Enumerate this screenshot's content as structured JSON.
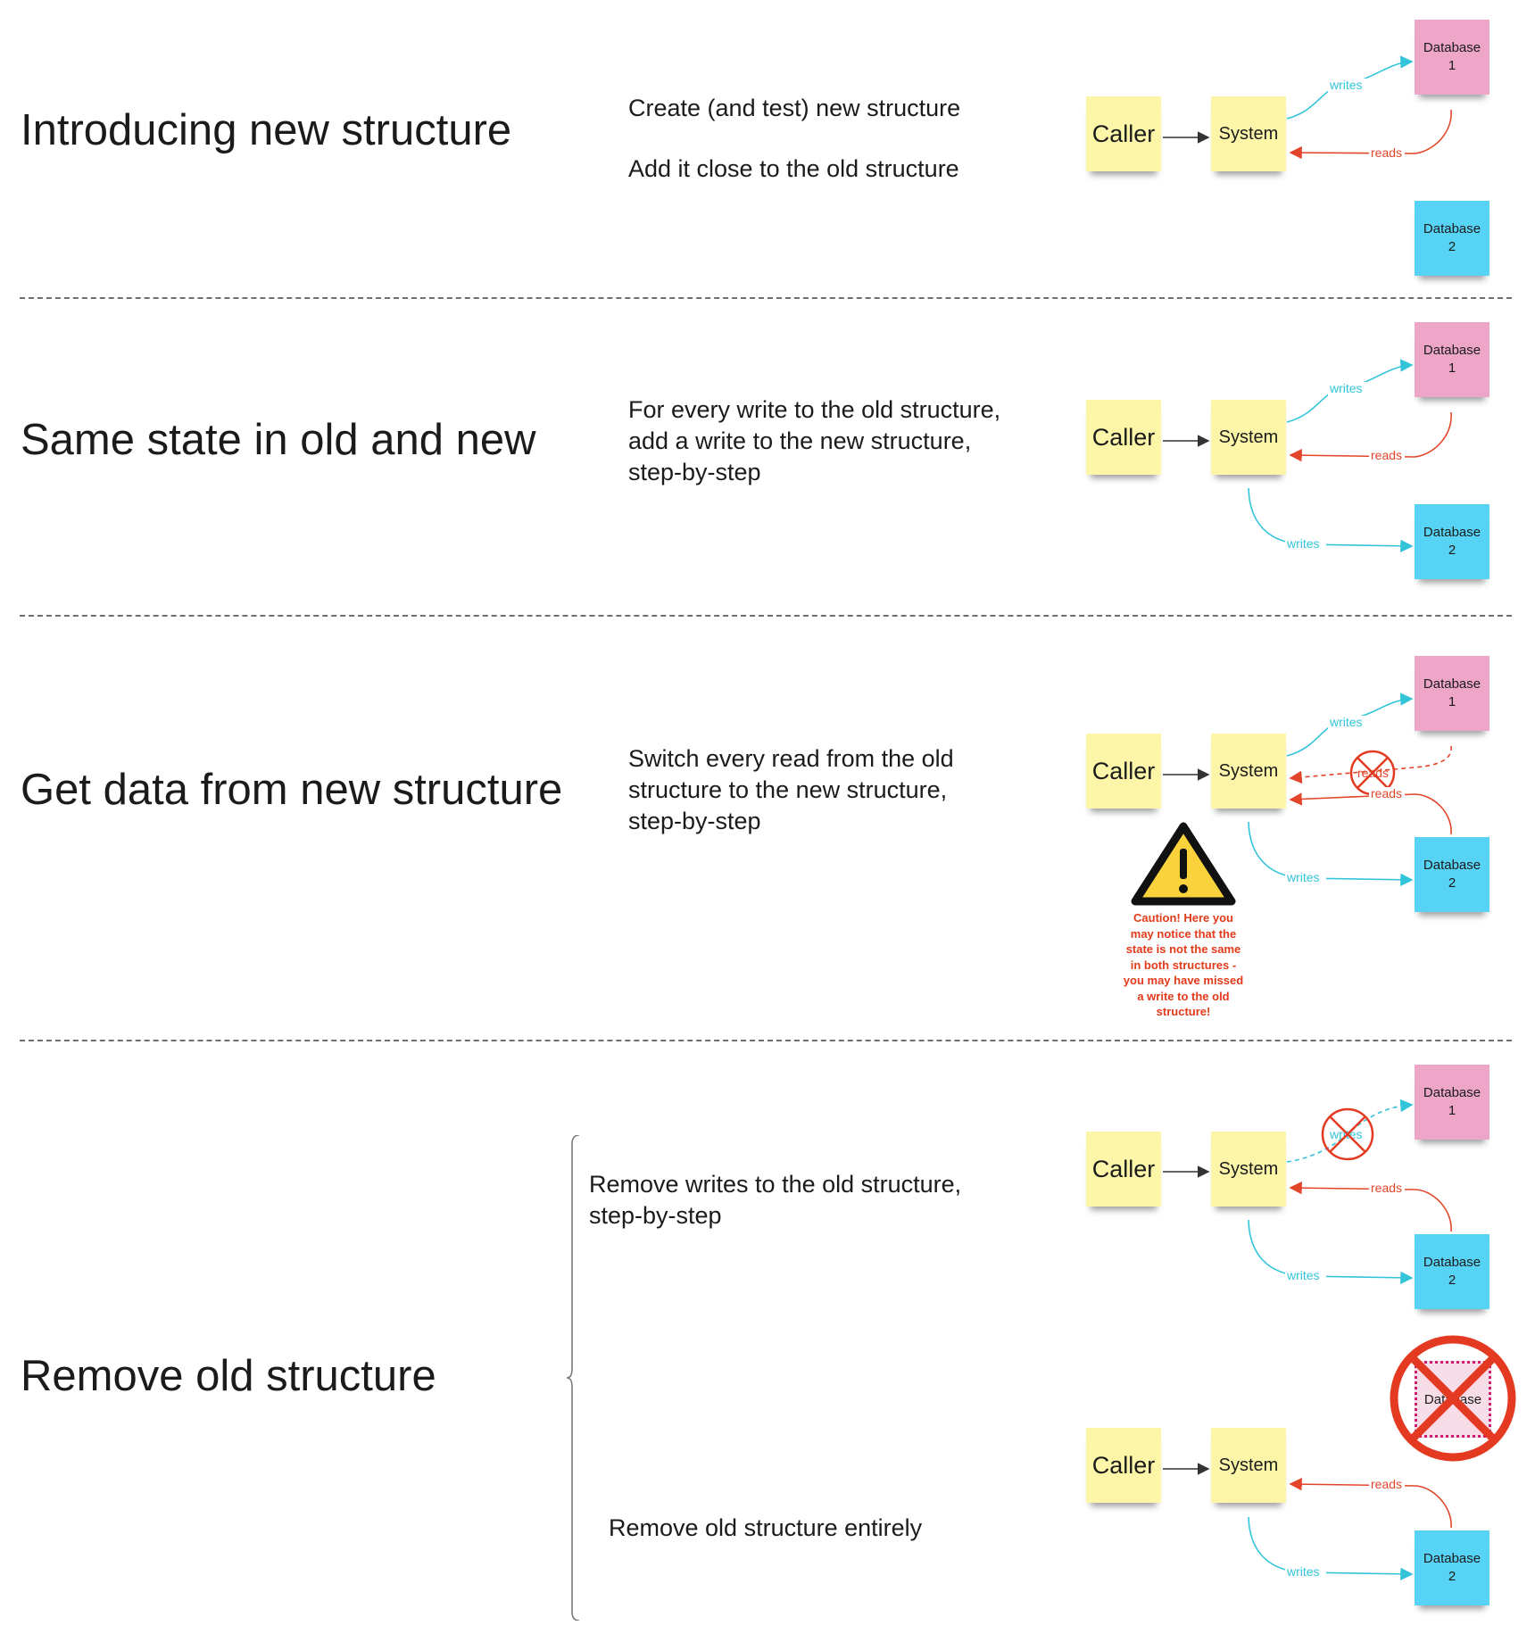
{
  "sections": [
    {
      "heading": "Introducing new structure",
      "description_lines": [
        "Create (and test) new structure",
        "Add it close to the old structure"
      ]
    },
    {
      "heading": "Same state in old and new",
      "description_lines": [
        "For every write to the old structure,",
        "add a write to the new structure,",
        "step-by-step"
      ]
    },
    {
      "heading": "Get data from new structure",
      "description_lines": [
        "Switch every read from the old",
        "structure to the new structure,",
        "step-by-step"
      ]
    },
    {
      "heading": "Remove old structure",
      "steps": [
        {
          "description_lines": [
            "Remove writes to the old structure,",
            "step-by-step"
          ]
        },
        {
          "description_lines": [
            "Remove old structure entirely"
          ]
        }
      ]
    }
  ],
  "diagram": {
    "caller_label": "Caller",
    "system_label": "System",
    "database_1_label": [
      "Database",
      "1"
    ],
    "database_2_label": [
      "Database",
      "2"
    ],
    "removed_database_label": "Database",
    "writes_label": "writes",
    "reads_label": "reads",
    "colors": {
      "writes": "#33c4da",
      "reads": "#e3452a",
      "sticky_yellow": "#fdf6a9",
      "database_1": "#eda5c8",
      "database_2": "#57d3f6",
      "prohibited": "#e53a22"
    }
  },
  "caution_lines": [
    "Caution! Here you",
    "may notice that the",
    "state is not the same",
    "in both structures -",
    "you may have missed",
    "a write to the old",
    "structure!"
  ],
  "icons": [
    "warning-icon",
    "prohibited-icon",
    "arrow-icon"
  ]
}
